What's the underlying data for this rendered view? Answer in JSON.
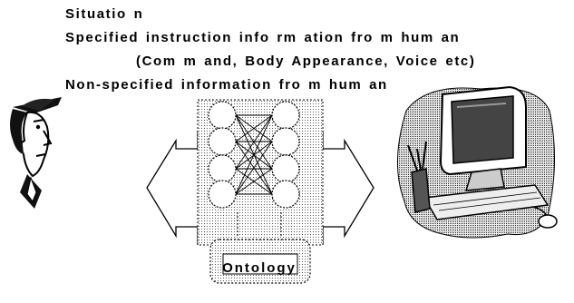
{
  "lines": [
    "Situatio n",
    "Specified instruction info rm ation fro m hum an",
    "(Com m and, Body Appearance, Voice etc)",
    "Non-specified information fro m hum an"
  ],
  "ontology_label": "Ontology",
  "icons": {
    "human": "human-face-icon",
    "computer": "desktop-computer-icon"
  }
}
